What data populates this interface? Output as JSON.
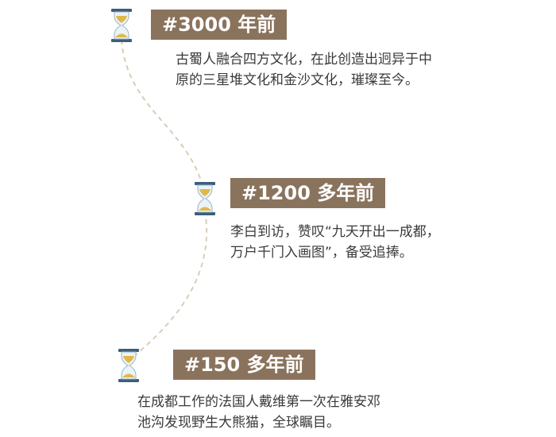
{
  "colors": {
    "badge_bg": "#8a735d",
    "badge_text": "#ffffff",
    "body_text": "#3a3a3a",
    "path_dash": "#d9cdb8",
    "hourglass_frame": "#3e5e7a",
    "hourglass_sand": "#e0b84a"
  },
  "timeline": [
    {
      "tag": "#3000 年前",
      "icon": "hourglass-icon",
      "lines": [
        "古蜀人融合四方文化，在此创造出迥异于中",
        "原的三星堆文化和金沙文化，璀璨至今。"
      ]
    },
    {
      "tag": "#1200 多年前",
      "icon": "hourglass-icon",
      "lines": [
        "李白到访，赞叹“九天开出一成都，",
        "万户千门入画图”，备受追捧。"
      ]
    },
    {
      "tag": "#150 多年前",
      "icon": "hourglass-icon",
      "lines": [
        "在成都工作的法国人戴维第一次在雅安邓",
        "池沟发现野生大熊猫，全球瞩目。"
      ]
    }
  ]
}
